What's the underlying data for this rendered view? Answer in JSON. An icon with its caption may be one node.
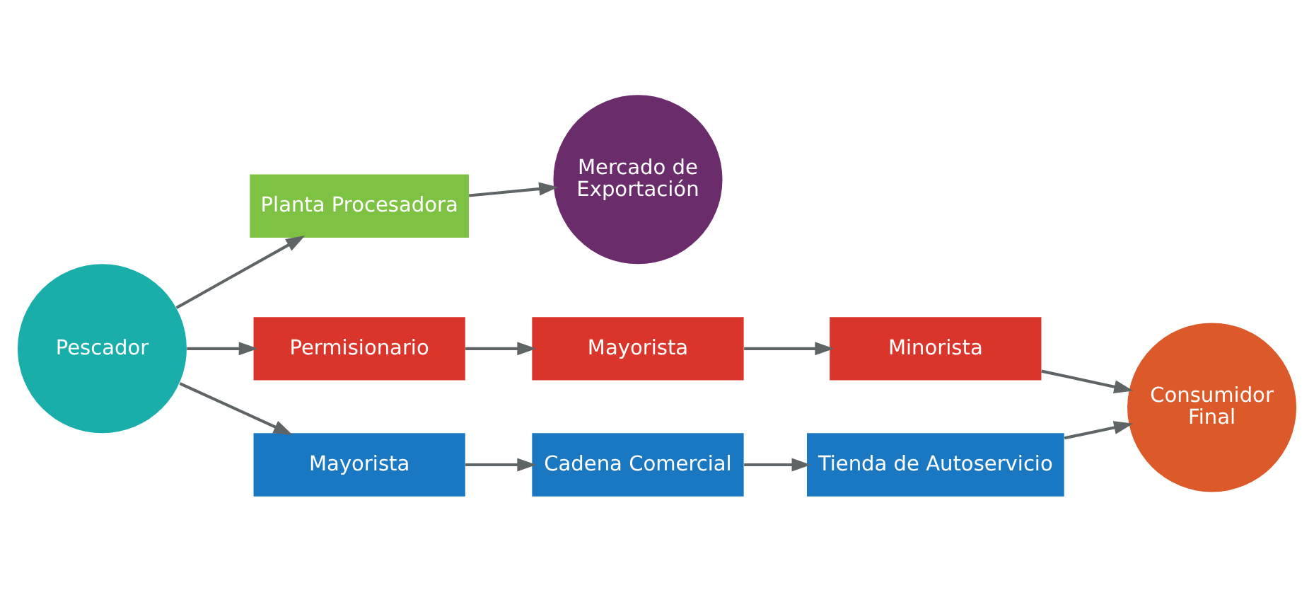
{
  "diagram": {
    "nodes": [
      {
        "text": [
          "Pescador"
        ]
      },
      {
        "text": [
          "Planta Procesadora"
        ]
      },
      {
        "text": [
          "Mercado de Exportación"
        ]
      },
      {
        "text": [
          "Consumidor Final"
        ]
      },
      {
        "text": [
          "Permisionario"
        ]
      },
      {
        "text": [
          "Mayorista"
        ]
      },
      {
        "text": [
          "Minorista"
        ]
      },
      {
        "text": [
          "Mayorista"
        ]
      },
      {
        "text": [
          "Cadena Comercial"
        ]
      },
      {
        "text": [
          "Tienda de Autoservicio"
        ]
      }
    ],
    "edges": [
      {
        "from": 0,
        "to": 1,
        "arrow": "to"
      },
      {
        "from": 0,
        "to": 4,
        "arrow": "to"
      },
      {
        "from": 0,
        "to": 7,
        "arrow": "to"
      },
      {
        "from": 1,
        "to": 2,
        "arrow": "to"
      },
      {
        "from": 4,
        "to": 5,
        "arrow": "to"
      },
      {
        "from": 5,
        "to": 6,
        "arrow": "to"
      },
      {
        "from": 6,
        "to": 3,
        "arrow": "to"
      },
      {
        "from": 7,
        "to": 8,
        "arrow": "to"
      },
      {
        "from": 8,
        "to": 9,
        "arrow": "to"
      },
      {
        "from": 9,
        "to": 3,
        "arrow": "to"
      }
    ]
  }
}
